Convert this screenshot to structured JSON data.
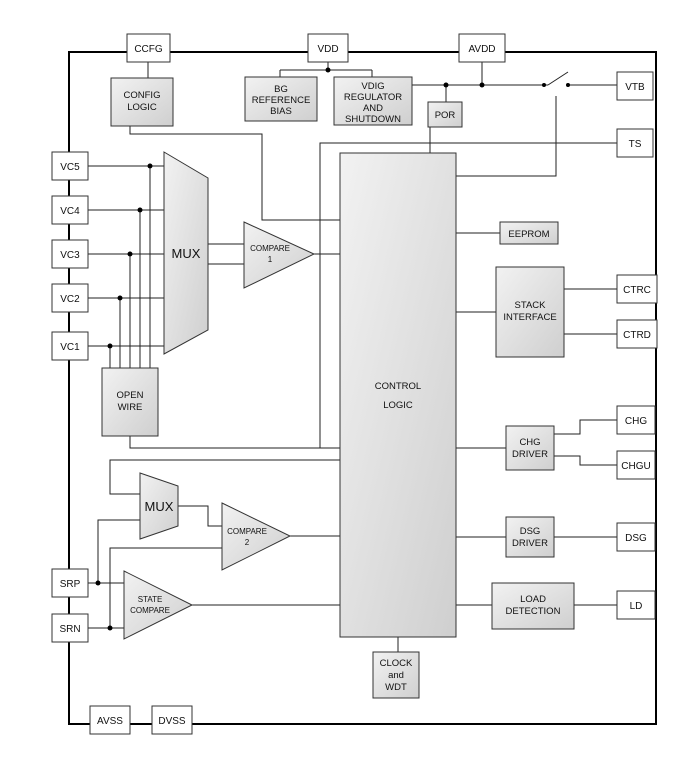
{
  "pins": {
    "ccfg": "CCFG",
    "vdd": "VDD",
    "avdd": "AVDD",
    "vtb": "VTB",
    "ts": "TS",
    "vc5": "VC5",
    "vc4": "VC4",
    "vc3": "VC3",
    "vc2": "VC2",
    "vc1": "VC1",
    "srp": "SRP",
    "srn": "SRN",
    "avss": "AVSS",
    "dvss": "DVSS",
    "ctrc": "CTRC",
    "ctrd": "CTRD",
    "chg": "CHG",
    "chgu": "CHGU",
    "dsg": "DSG",
    "ld": "LD"
  },
  "blocks": {
    "config_logic": [
      "CONFIG",
      "LOGIC"
    ],
    "bg_reference": [
      "BG",
      "REFERENCE",
      "BIAS"
    ],
    "vdig_regulator": [
      "VDIG",
      "REGULATOR",
      "AND",
      "SHUTDOWN"
    ],
    "por": [
      "POR"
    ],
    "eeprom": [
      "EEPROM"
    ],
    "stack_interface": [
      "STACK",
      "INTERFACE"
    ],
    "chg_driver": [
      "CHG",
      "DRIVER"
    ],
    "dsg_driver": [
      "DSG",
      "DRIVER"
    ],
    "load_detection": [
      "LOAD",
      "DETECTION"
    ],
    "clock_wdt": [
      "CLOCK",
      "and",
      "WDT"
    ],
    "open_wire": [
      "OPEN",
      "WIRE"
    ],
    "control_logic": [
      "CONTROL",
      "LOGIC"
    ]
  },
  "muxes": {
    "mux1": "MUX",
    "mux2": "MUX"
  },
  "comparators": {
    "compare1": [
      "COMPARE",
      "1"
    ],
    "compare2": [
      "COMPARE",
      "2"
    ],
    "state_compare": [
      "STATE",
      "COMPARE"
    ]
  },
  "colors": {
    "block_fill": "#dcdcdc",
    "pin_fill": "#ffffff",
    "wire": "#222222",
    "outline": "#000000"
  }
}
